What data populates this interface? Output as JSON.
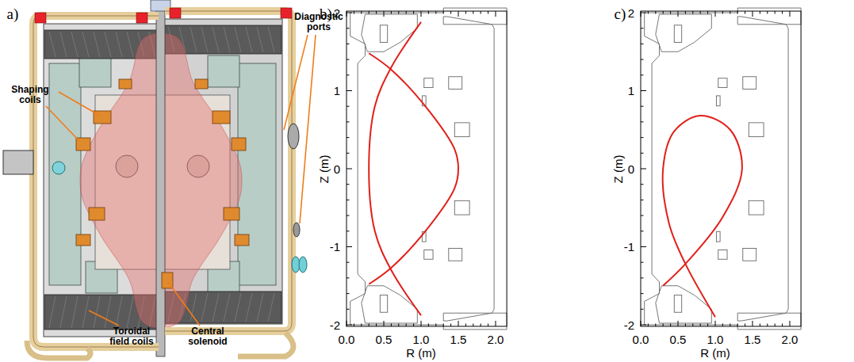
{
  "diagram": {
    "labels": [
      "a)",
      "Shaping coils",
      "Diagnostic ports",
      "Toroidal field coils",
      "Central solenoid",
      "b)",
      "2",
      "1",
      "0",
      "-1",
      "-2",
      "0.0",
      "0.5",
      "1.0",
      "1.5",
      "2.0",
      "R (m)",
      "Z (m)",
      "c)",
      "2",
      "1",
      "0",
      "-1",
      "-2",
      "0.0",
      "0.5",
      "1.0",
      "1.5",
      "2.0",
      "R (m)",
      "Z (m)"
    ]
  }
}
